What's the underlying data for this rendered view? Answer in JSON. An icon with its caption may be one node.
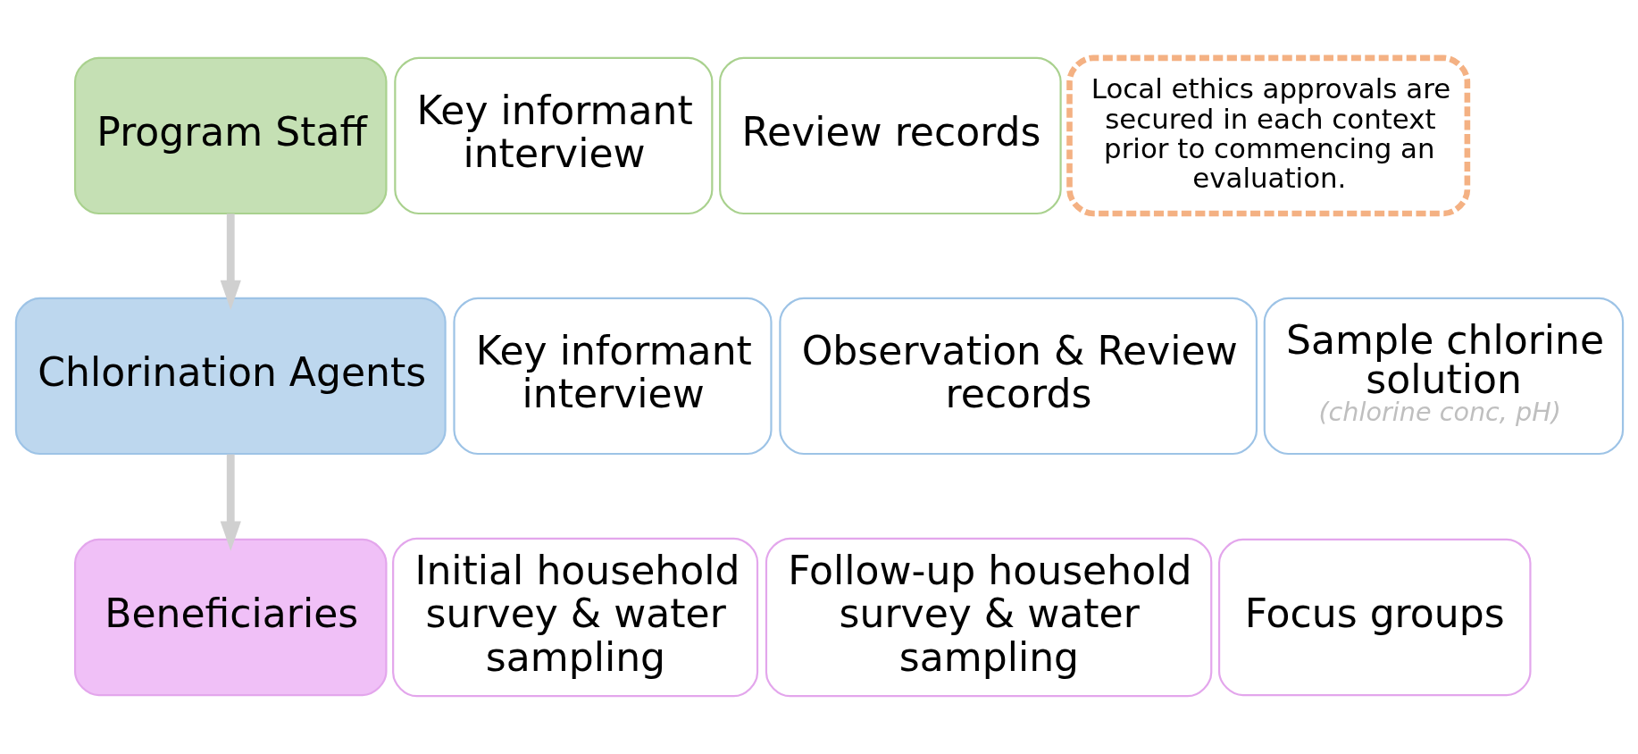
{
  "diagram": {
    "nodes": [
      {
        "text": [
          "Program Staff"
        ]
      },
      {
        "text": [
          "Key informant interview"
        ]
      },
      {
        "text": [
          "Review records"
        ]
      },
      {
        "text": [
          "Chlorination Agents"
        ]
      },
      {
        "text": [
          "Key informant interview"
        ]
      },
      {
        "text": [
          "Observation & Review records"
        ]
      },
      {
        "text": [
          "Sample chlorine solution",
          "(chlorine conc, pH)"
        ]
      },
      {
        "text": [
          "Beneficiaries"
        ]
      },
      {
        "text": [
          "Initial household survey & water sampling"
        ]
      },
      {
        "text": [
          "Follow-up household survey & water sampling"
        ]
      },
      {
        "text": [
          "Focus groups"
        ]
      },
      {
        "text": [
          "Local ethics approvals are secured in each context prior to commencing an evaluation."
        ]
      }
    ],
    "edges": [
      {
        "from": 0,
        "to": 3,
        "arrow": "to"
      },
      {
        "from": 3,
        "to": 7,
        "arrow": "to"
      }
    ]
  }
}
